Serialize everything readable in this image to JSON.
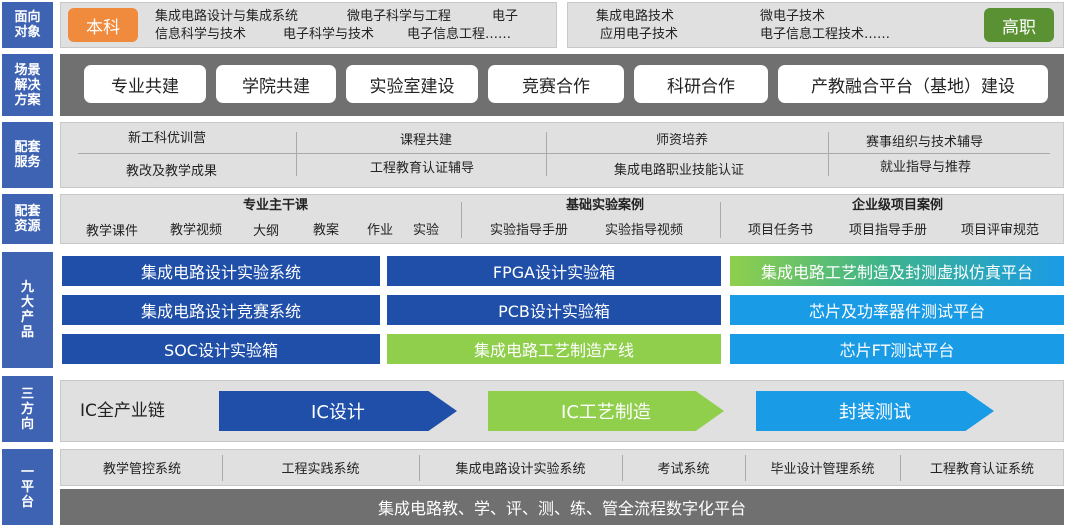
{
  "side_labels": {
    "audience": [
      "面向",
      "对象"
    ],
    "solutions": [
      "场景",
      "解决",
      "方案"
    ],
    "services": [
      "配套",
      "服务"
    ],
    "resources": [
      "配套",
      "资源"
    ],
    "products": [
      "九",
      "大",
      "产",
      "品"
    ],
    "directions": [
      "三",
      "方",
      "向"
    ],
    "platform": [
      "一",
      "平",
      "台"
    ]
  },
  "audience": {
    "undergrad_tag": "本科",
    "undergrad_majors": [
      "集成电路设计与集成系统",
      "微电子科学与工程",
      "电子",
      "信息科学与技术",
      "电子科学与技术",
      "电子信息工程……"
    ],
    "vocational_majors": [
      "集成电路技术",
      "微电子技术",
      "应用电子技术",
      "电子信息工程技术……"
    ],
    "vocational_tag": "高职"
  },
  "solutions": [
    "专业共建",
    "学院共建",
    "实验室建设",
    "竞赛合作",
    "科研合作",
    "产教融合平台（基地）建设"
  ],
  "services": {
    "row1": [
      "新工科优训营",
      "课程共建",
      "师资培养",
      "赛事组织与技术辅导"
    ],
    "row2": [
      "教改及教学成果",
      "工程教育认证辅导",
      "集成电路职业技能认证",
      "就业指导与推荐"
    ]
  },
  "resources": {
    "groups": [
      {
        "title": "专业主干课",
        "items": [
          "教学课件",
          "教学视频",
          "大纲",
          "教案",
          "作业",
          "实验"
        ]
      },
      {
        "title": "基础实验案例",
        "items": [
          "实验指导手册",
          "实验指导视频"
        ]
      },
      {
        "title": "企业级项目案例",
        "items": [
          "项目任务书",
          "项目指导手册",
          "项目评审规范"
        ]
      }
    ]
  },
  "products": {
    "col1": [
      "集成电路设计实验系统",
      "集成电路设计竞赛系统",
      "SOC设计实验箱"
    ],
    "col2": [
      "FPGA设计实验箱",
      "PCB设计实验箱",
      "集成电路工艺制造产线"
    ],
    "col3": [
      "集成电路工艺制造及封测虚拟仿真平台",
      "芯片及功率器件测试平台",
      "芯片FT测试平台"
    ]
  },
  "directions": {
    "label": "IC全产业链",
    "arrows": [
      "IC设计",
      "IC工艺制造",
      "封装测试"
    ]
  },
  "platform": {
    "systems": [
      "教学管控系统",
      "工程实践系统",
      "集成电路设计实验系统",
      "考试系统",
      "毕业设计管理系统",
      "工程教育认证系统"
    ],
    "main": "集成电路教、学、评、测、练、管全流程数字化平台"
  },
  "colors": {
    "side_blue": "#3f63b3",
    "dark_blue": "#1f4fa8",
    "green": "#8fcf4c",
    "light_blue": "#1a9be6",
    "orange": "#f08a3c",
    "olive_green": "#5a9132",
    "dark_gray": "#707070"
  }
}
